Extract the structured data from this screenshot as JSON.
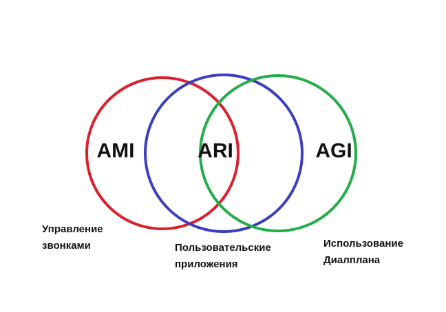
{
  "circles": [
    {
      "id": "ami",
      "label": "AMI",
      "color": "#dc1f2c",
      "caption": [
        "Управление",
        "звонками"
      ]
    },
    {
      "id": "ari",
      "label": "ARI",
      "color": "#3b3fbf",
      "caption": [
        "Пользовательские",
        "приложения"
      ]
    },
    {
      "id": "agi",
      "label": "AGI",
      "color": "#22ad4a",
      "caption": [
        "Использование",
        "Диалплана"
      ]
    }
  ]
}
